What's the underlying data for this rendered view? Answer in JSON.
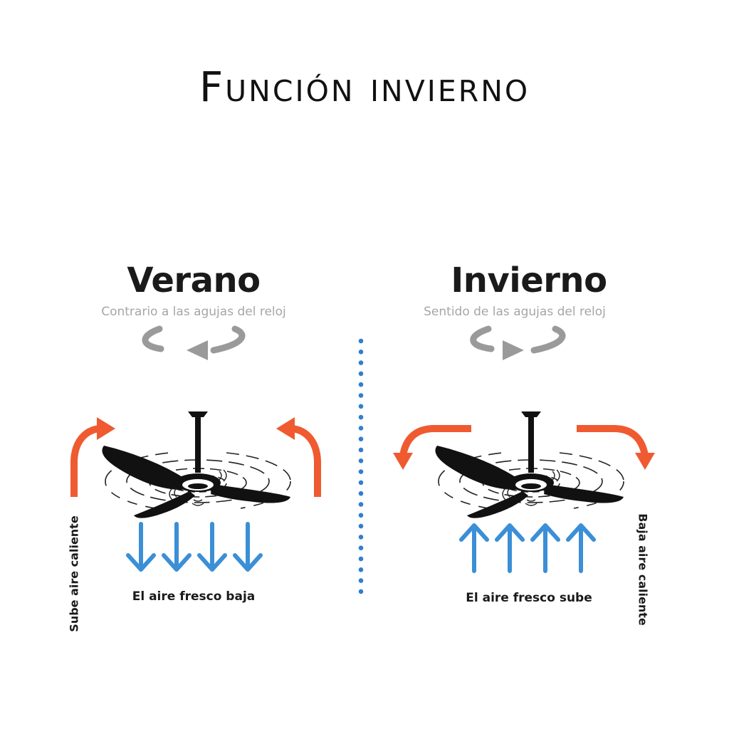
{
  "title": "Función invierno",
  "left": {
    "season": "Verano",
    "direction": "Contrario a las agujas del reloj",
    "caption": "El aire fresco baja",
    "side_label": "Sube aire caliente",
    "rotation_icon": "counterclockwise-arrow-icon",
    "air_arrows_icon": "arrow-down-icon",
    "warm_air_icon": "curved-arrow-up-icon"
  },
  "right": {
    "season": "Invierno",
    "direction": "Sentido de las agujas del reloj",
    "caption": "El aire fresco sube",
    "side_label": "Baja aire caliente",
    "rotation_icon": "clockwise-arrow-icon",
    "air_arrows_icon": "arrow-up-icon",
    "warm_air_icon": "curved-arrow-down-icon"
  },
  "colors": {
    "warm_air": "#f05a30",
    "cool_air": "#3b8fd6",
    "rotation": "#9a9a9a",
    "divider": "#2f7fcf",
    "fan": "#111111"
  }
}
